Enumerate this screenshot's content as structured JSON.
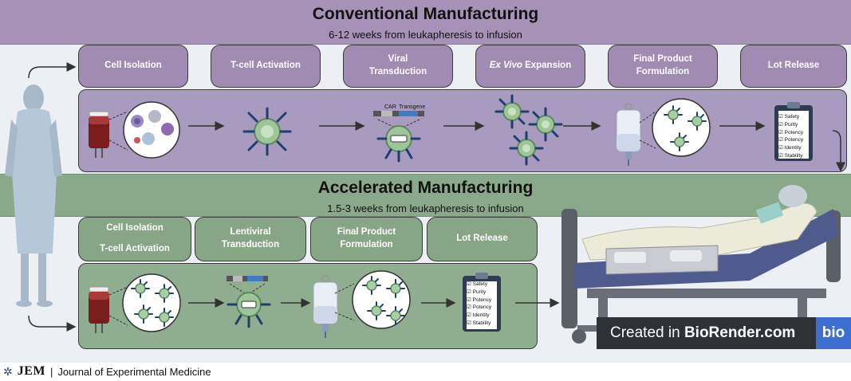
{
  "conventional": {
    "title": "Conventional Manufacturing",
    "subtitle": "6-12 weeks from leukapheresis to infusion",
    "steps": [
      "Cell Isolation",
      "T-cell Activation",
      "Viral\nTransduction",
      "Ex Vivo Expansion",
      "Final Product\nFormulation",
      "Lot Release"
    ],
    "ex_vivo_italic": "Ex Vivo",
    "ex_vivo_rest": " Expansion",
    "vector_labels": [
      "CAR",
      "Transgene"
    ]
  },
  "accelerated": {
    "title": "Accelerated Manufacturing",
    "subtitle": "1.5-3 weeks from leukapheresis to infusion",
    "steps": [
      "Cell Isolation",
      "T-cell Activation",
      "Lentiviral\nTransduction",
      "Final Product\nFormulation",
      "Lot Release"
    ]
  },
  "checklist": [
    "Safety",
    "Purity",
    "Potency",
    "Potency",
    "Identity",
    "Stability"
  ],
  "watermark": {
    "prefix": "Created in ",
    "brand": "BioRender.com",
    "logo": "bio"
  },
  "footer": {
    "logo": "JEM",
    "separator": "|",
    "journal": "Journal of Experimental Medicine"
  },
  "colors": {
    "purple_banner": "#a692b6",
    "purple_step": "#a08cb3",
    "green_banner": "#8aa98a",
    "green_step": "#87a685",
    "background": "#ecf0f5"
  }
}
